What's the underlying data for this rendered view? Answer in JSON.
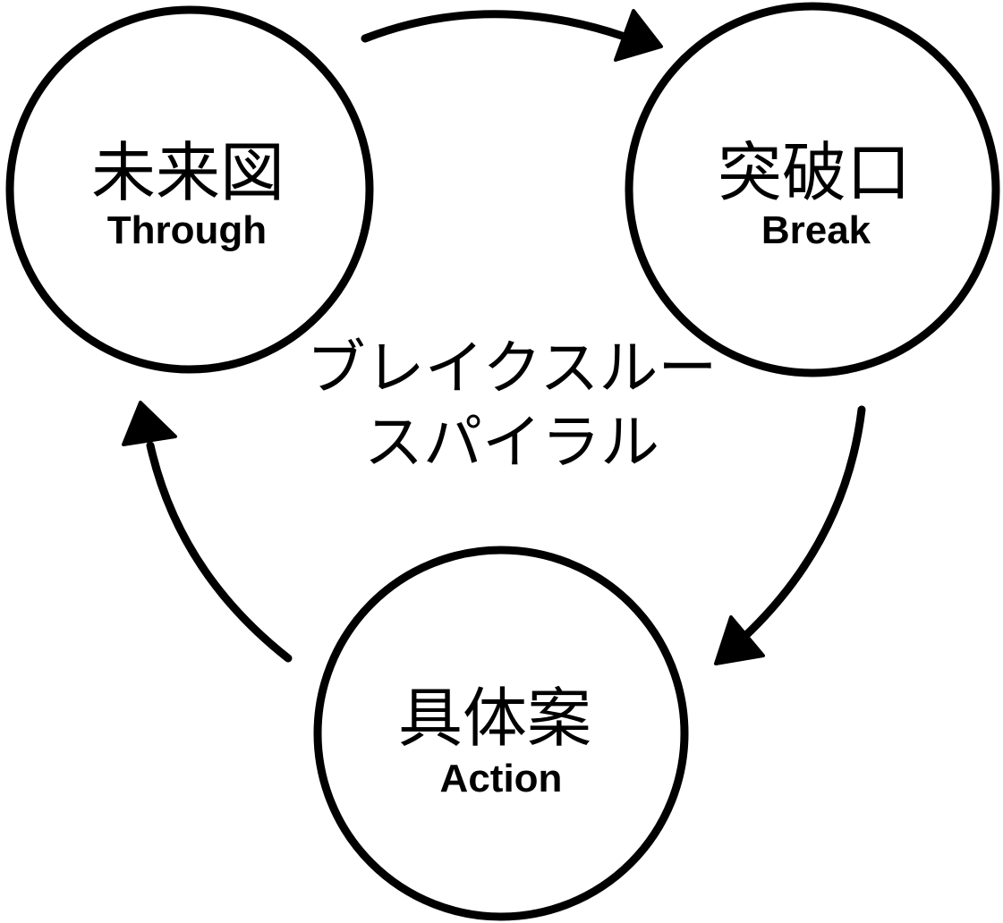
{
  "nodes": {
    "vision": {
      "title": "未来図",
      "subtitle": "Through"
    },
    "breakthrough": {
      "title": "突破口",
      "subtitle": "Break"
    },
    "plan": {
      "title": "具体案",
      "subtitle": "Action"
    }
  },
  "center": {
    "line1": "ブレイクスルー",
    "line2": "スパイラル"
  },
  "colors": {
    "stroke": "#000000",
    "background": "#ffffff"
  }
}
